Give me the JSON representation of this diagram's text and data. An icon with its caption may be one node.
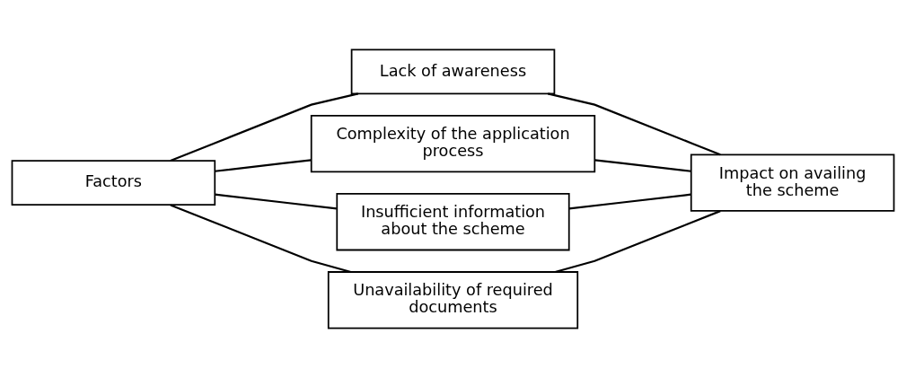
{
  "diagram": {
    "nodes": [
      {
        "text": [
          "Factors"
        ]
      },
      {
        "text": [
          "Lack of awareness"
        ]
      },
      {
        "text": [
          "Complexity of the application process"
        ]
      },
      {
        "text": [
          "Insufficient information about the scheme"
        ]
      },
      {
        "text": [
          "Unavailability of required documents"
        ]
      },
      {
        "text": [
          "Impact on availing the scheme"
        ]
      }
    ],
    "edges": [
      {
        "from": 0,
        "to": 1,
        "arrow": "none"
      },
      {
        "from": 0,
        "to": 2,
        "arrow": "none"
      },
      {
        "from": 0,
        "to": 3,
        "arrow": "none"
      },
      {
        "from": 0,
        "to": 4,
        "arrow": "none"
      },
      {
        "from": 1,
        "to": 5,
        "arrow": "none"
      },
      {
        "from": 2,
        "to": 5,
        "arrow": "none"
      },
      {
        "from": 3,
        "to": 5,
        "arrow": "none"
      },
      {
        "from": 4,
        "to": 5,
        "arrow": "none"
      }
    ]
  }
}
